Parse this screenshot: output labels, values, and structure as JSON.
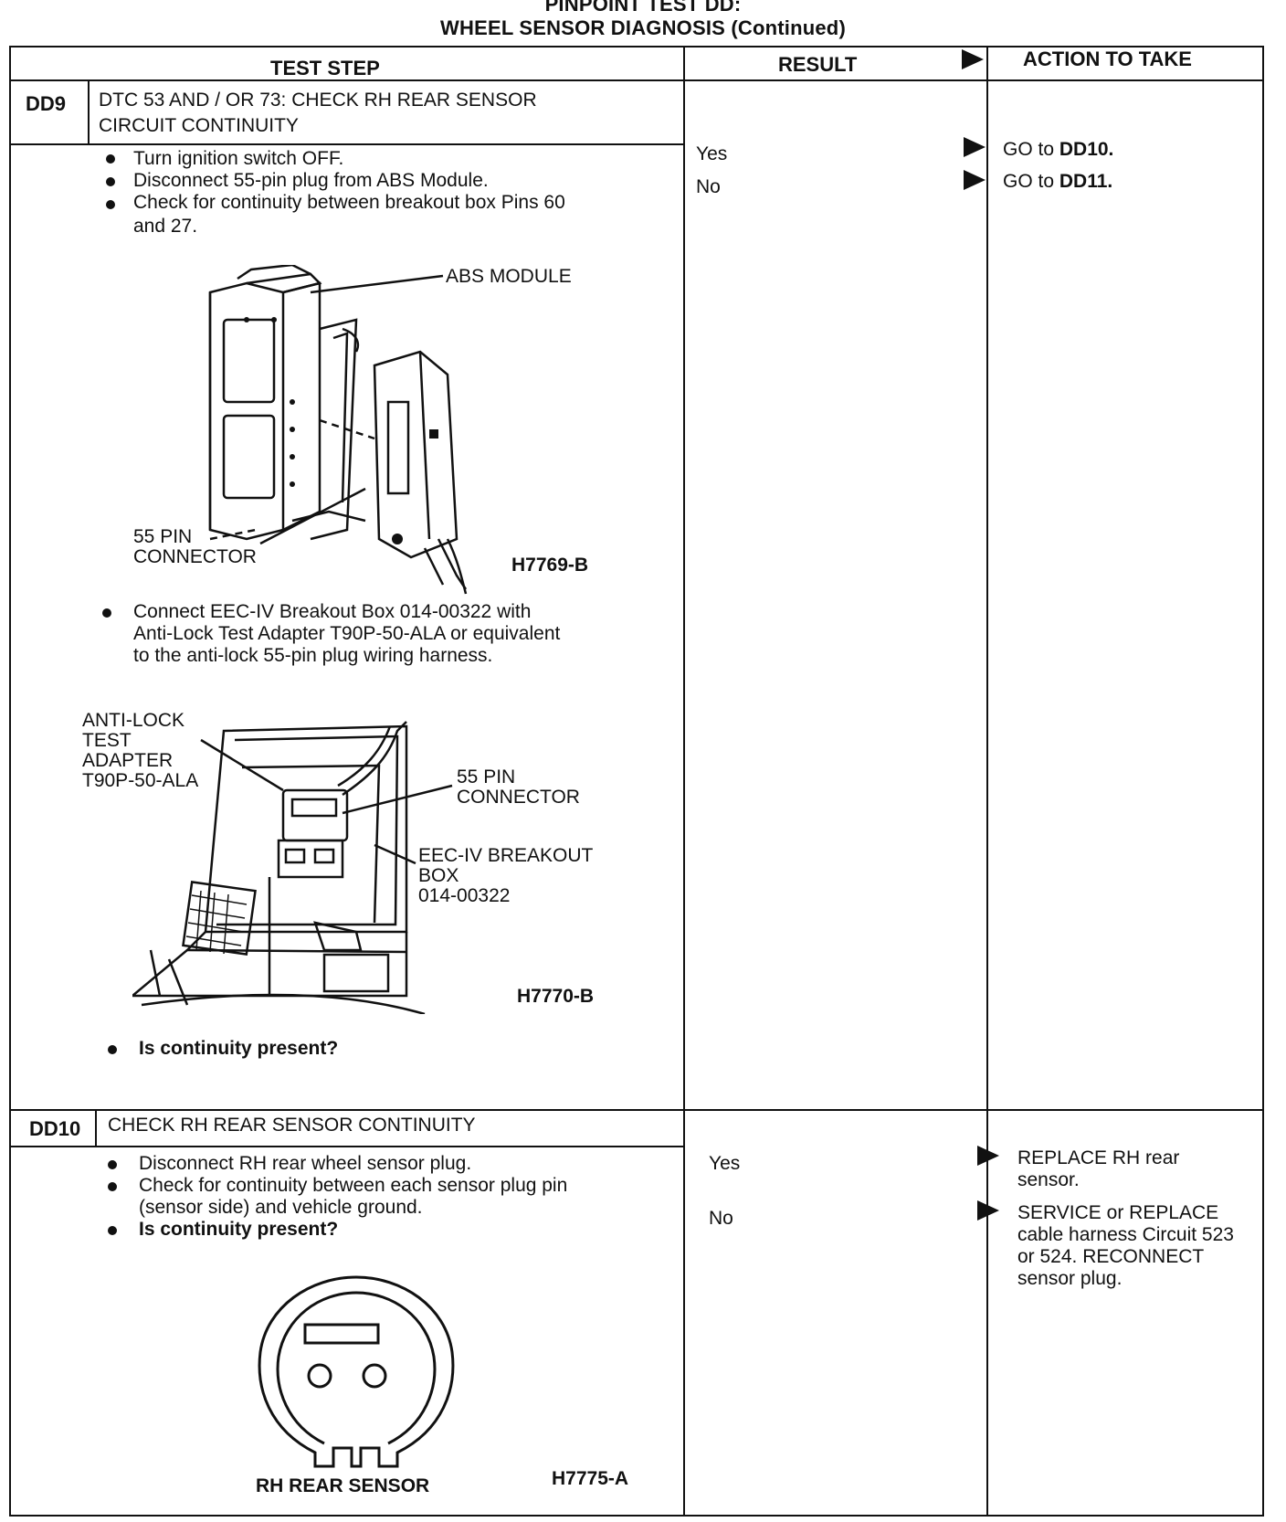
{
  "title": {
    "line1": "PINPOINT TEST DD:",
    "line2": "WHEEL SENSOR DIAGNOSIS (Continued)"
  },
  "headers": {
    "test_step": "TEST STEP",
    "result": "RESULT",
    "action": "ACTION TO TAKE"
  },
  "dd9": {
    "id": "DD9",
    "heading_line1": "DTC 53 AND / OR 73: CHECK RH REAR SENSOR",
    "heading_line2": "CIRCUIT CONTINUITY",
    "steps": [
      "Turn ignition switch OFF.",
      "Disconnect 55-pin plug from ABS Module.",
      "Check for continuity between breakout box Pins 60",
      "and 27."
    ],
    "fig1": {
      "label_module": "ABS MODULE",
      "label_connector_1": "55 PIN",
      "label_connector_2": "CONNECTOR",
      "code": "H7769-B"
    },
    "step4": [
      "Connect EEC-IV Breakout Box 014-00322 with",
      "Anti-Lock Test Adapter T90P-50-ALA or equivalent",
      "to the anti-lock 55-pin plug wiring harness."
    ],
    "fig2": {
      "adapter": [
        "ANTI-LOCK",
        "TEST",
        "ADAPTER",
        "T90P-50-ALA"
      ],
      "connector": [
        "55 PIN",
        "CONNECTOR"
      ],
      "box": [
        "EEC-IV BREAKOUT",
        "BOX",
        "014-00322"
      ],
      "code": "H7770-B"
    },
    "question": "Is continuity present?",
    "results": [
      {
        "result": "Yes",
        "action_prefix": "GO to ",
        "action_bold": "DD10."
      },
      {
        "result": "No",
        "action_prefix": "GO to ",
        "action_bold": "DD11."
      }
    ]
  },
  "dd10": {
    "id": "DD10",
    "heading": "CHECK RH REAR SENSOR CONTINUITY",
    "steps": [
      "Disconnect RH rear wheel sensor plug.",
      "Check for continuity between each sensor plug pin",
      "(sensor side) and vehicle ground.",
      "Is continuity present?"
    ],
    "fig": {
      "label": "RH REAR SENSOR",
      "code": "H7775-A"
    },
    "results": [
      {
        "result": "Yes",
        "action": [
          "REPLACE RH rear",
          "sensor."
        ]
      },
      {
        "result": "No",
        "action": [
          "SERVICE or REPLACE",
          "cable harness Circuit 523",
          "or 524. RECONNECT",
          "sensor plug."
        ]
      }
    ]
  }
}
